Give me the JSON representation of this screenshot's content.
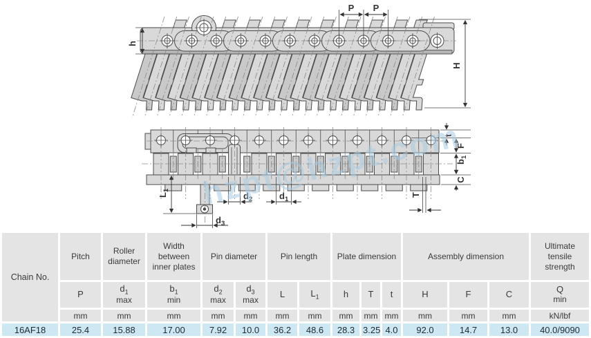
{
  "colors": {
    "header_cell_bg": "#e4e4e4",
    "data_row_bg": "#cde8f3",
    "drawing_fill": "#d9d9d9",
    "watermark_blue": "#a9cbe2"
  },
  "drawing": {
    "watermark": "hzpt@hzpt.com",
    "labels": {
      "h": "h",
      "H": "H",
      "P_left": "P",
      "P_right": "P",
      "L1": {
        "base": "L",
        "sub": "1"
      },
      "d1": {
        "base": "d",
        "sub": "1"
      },
      "d2": {
        "base": "d",
        "sub": "2"
      },
      "d3": {
        "base": "d",
        "sub": "3"
      },
      "b1": {
        "base": "b",
        "sub": "1"
      },
      "T": "T",
      "t": "t",
      "F": "F",
      "C": "C"
    }
  },
  "table": {
    "row_header": "Chain No.",
    "groups": [
      "Pitch",
      "Roller diameter",
      "Width between inner plates",
      "Pin diameter",
      "Pin length",
      "Plate dimension",
      "Assembly dimension",
      "Ultimate tensile strength"
    ],
    "symbols": [
      {
        "base": "P",
        "sub": "",
        "line2": ""
      },
      {
        "base": "d",
        "sub": "1",
        "line2": "max"
      },
      {
        "base": "b",
        "sub": "1",
        "line2": "min"
      },
      {
        "base": "d",
        "sub": "2",
        "line2": "max"
      },
      {
        "base": "d",
        "sub": "3",
        "line2": "max"
      },
      {
        "base": "L",
        "sub": "",
        "line2": ""
      },
      {
        "base": "L",
        "sub": "1",
        "line2": ""
      },
      {
        "base": "h",
        "sub": "",
        "line2": ""
      },
      {
        "base": "T",
        "sub": "",
        "line2": ""
      },
      {
        "base": "t",
        "sub": "",
        "line2": ""
      },
      {
        "base": "H",
        "sub": "",
        "line2": ""
      },
      {
        "base": "F",
        "sub": "",
        "line2": ""
      },
      {
        "base": "C",
        "sub": "",
        "line2": ""
      },
      {
        "base": "Q",
        "sub": "",
        "line2": "min"
      }
    ],
    "units": [
      "mm",
      "mm",
      "mm",
      "mm",
      "mm",
      "mm",
      "mm",
      "mm",
      "mm",
      "mm",
      "mm",
      "mm",
      "mm",
      "kN/lbf"
    ],
    "row": [
      "16AF18",
      "25.4",
      "15.88",
      "17.00",
      "7.92",
      "10.0",
      "36.2",
      "48.6",
      "28.3",
      "3.25",
      "4.0",
      "92.0",
      "14.7",
      "13.0",
      "40.0/9090"
    ]
  }
}
